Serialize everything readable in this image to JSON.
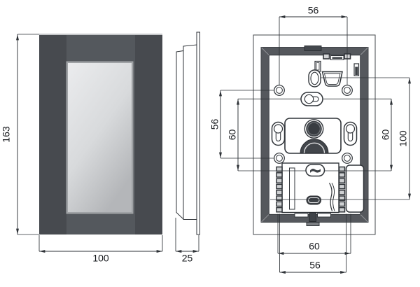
{
  "colors": {
    "line": "#2f3338",
    "panel_side_strip": "#474a4f",
    "panel_center": "#54585d",
    "screen": "#dfe0e2",
    "frame_band": "#55585d",
    "dark_fill": "#3f4348"
  },
  "views": {
    "front": {
      "height": "163",
      "width": "100"
    },
    "side": {
      "depth": "25"
    },
    "back": {
      "top_hole_spacing": "56",
      "left_hole_spacing": "56",
      "left_keyhole_spacing": "60",
      "right_keyhole_spacing": "60",
      "right_span": "100",
      "bottom_keyhole_spacing": "60",
      "bottom_hole_spacing": "56"
    }
  }
}
